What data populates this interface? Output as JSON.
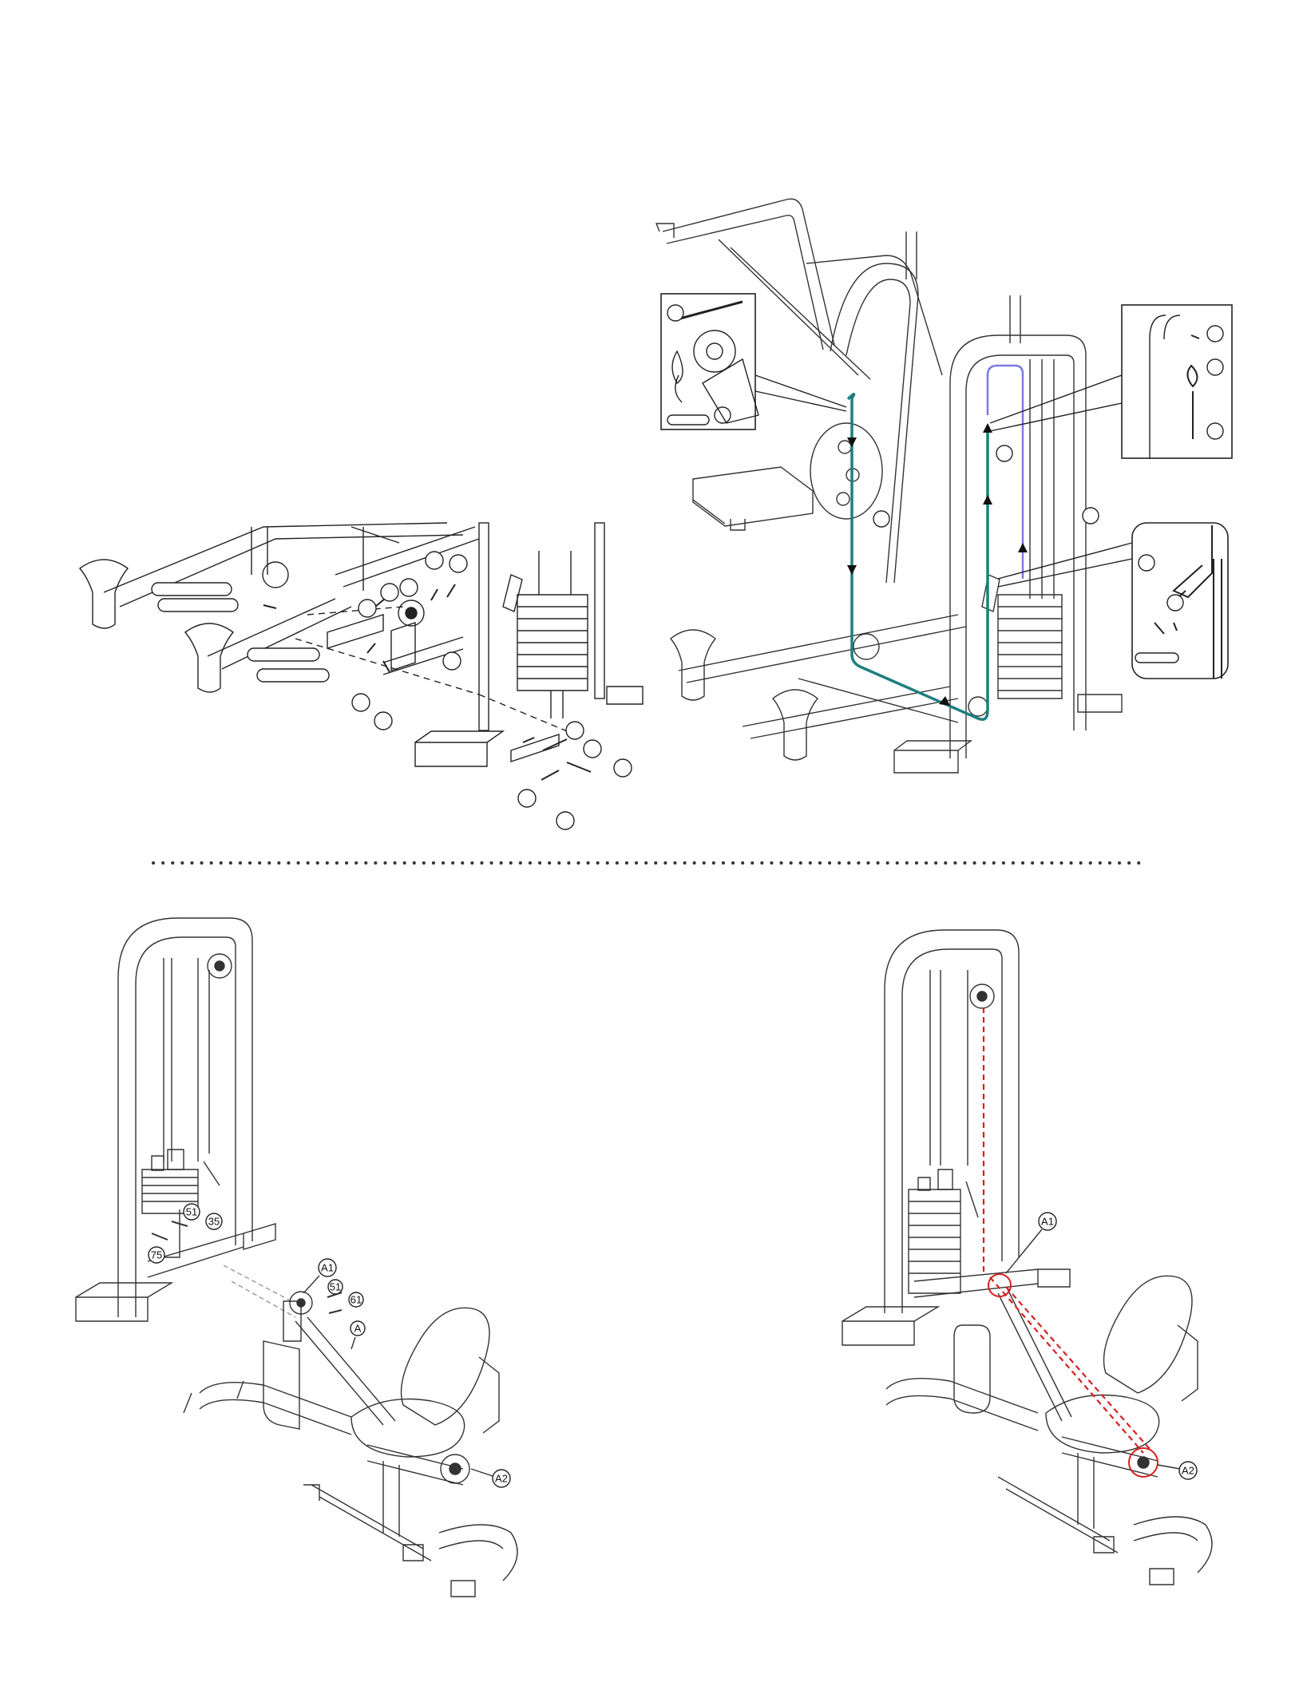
{
  "page": {
    "background": "#ffffff",
    "line_color": "#222222"
  },
  "colors": {
    "cable_teal": "#1f7f7f",
    "cable_blue": "#7a7ae0",
    "cable_red_dashed": "#d62020",
    "separator": "#333333"
  },
  "top_diagram": {
    "bubble_callouts": [
      "",
      "",
      "",
      "",
      "",
      "",
      "",
      "",
      "",
      "",
      "",
      "",
      "",
      "",
      "",
      "",
      "",
      "",
      "",
      "",
      "",
      ""
    ],
    "blank_label_bars": [
      "",
      "",
      "",
      "",
      "",
      "",
      ""
    ]
  },
  "bottom_left_diagram": {
    "callouts": [
      {
        "text": "51"
      },
      {
        "text": "35"
      },
      {
        "text": "75"
      },
      {
        "text": "A1"
      },
      {
        "text": "51"
      },
      {
        "text": "61"
      },
      {
        "text": "A"
      },
      {
        "text": "A2"
      }
    ]
  },
  "bottom_right_diagram": {
    "callouts": [
      {
        "text": "A1"
      },
      {
        "text": "A2"
      }
    ]
  }
}
